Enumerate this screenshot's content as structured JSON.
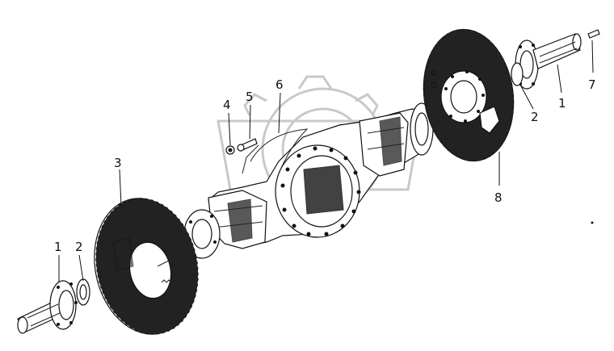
{
  "diagram": {
    "callouts": [
      {
        "id": "c1a",
        "text": "1"
      },
      {
        "id": "c2a",
        "text": "2"
      },
      {
        "id": "c3",
        "text": "3"
      },
      {
        "id": "c4",
        "text": "4"
      },
      {
        "id": "c5",
        "text": "5"
      },
      {
        "id": "c6",
        "text": "6"
      },
      {
        "id": "c1b",
        "text": "1"
      },
      {
        "id": "c2b",
        "text": "2"
      },
      {
        "id": "c7",
        "text": "7"
      },
      {
        "id": "c8",
        "text": "8"
      }
    ]
  }
}
